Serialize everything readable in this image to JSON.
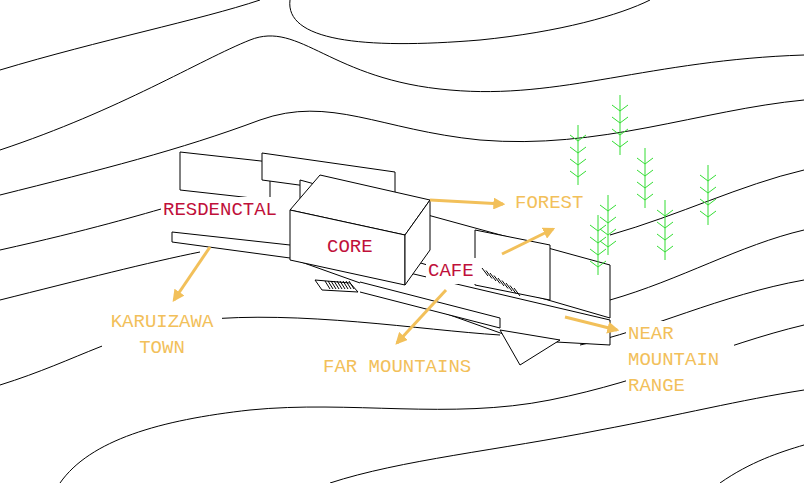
{
  "diagram": {
    "labels": [
      "RESDENCTAL",
      "CORE",
      "CAFE",
      "FOREST",
      "KARUIZAWA TOWN",
      "FAR MOUNTAINS",
      "NEAR MOUNTAIN RANGE"
    ]
  }
}
